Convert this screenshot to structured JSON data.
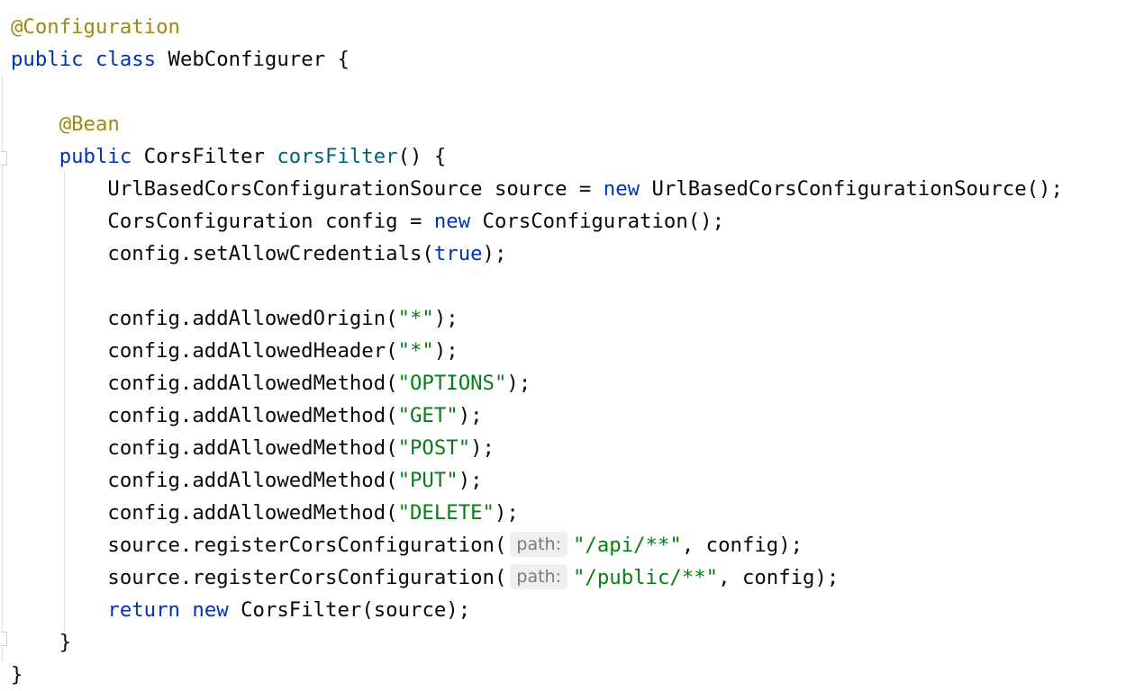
{
  "editor": {
    "language": "Java",
    "colors": {
      "background": "#ffffff",
      "keyword": "#0033b3",
      "annotation": "#9e880d",
      "string": "#067d17",
      "method_declaration": "#00627a",
      "default_text": "#080808",
      "inlay_hint_background": "#efefef",
      "inlay_hint_text": "#7a7a7a"
    },
    "lines": [
      {
        "tokens": [
          {
            "t": "ann",
            "v": "@Configuration"
          }
        ]
      },
      {
        "tokens": [
          {
            "t": "kw",
            "v": "public"
          },
          {
            "t": "p",
            "v": " "
          },
          {
            "t": "kw",
            "v": "class"
          },
          {
            "t": "p",
            "v": " WebConfigurer {"
          }
        ]
      },
      {
        "tokens": []
      },
      {
        "tokens": [
          {
            "t": "p",
            "v": "    "
          },
          {
            "t": "ann",
            "v": "@Bean"
          }
        ]
      },
      {
        "tokens": [
          {
            "t": "p",
            "v": "    "
          },
          {
            "t": "kw",
            "v": "public"
          },
          {
            "t": "p",
            "v": " CorsFilter "
          },
          {
            "t": "fn",
            "v": "corsFilter"
          },
          {
            "t": "p",
            "v": "() {"
          }
        ]
      },
      {
        "tokens": [
          {
            "t": "p",
            "v": "        UrlBasedCorsConfigurationSource source = "
          },
          {
            "t": "kw",
            "v": "new"
          },
          {
            "t": "p",
            "v": " UrlBasedCorsConfigurationSource();"
          }
        ]
      },
      {
        "tokens": [
          {
            "t": "p",
            "v": "        CorsConfiguration config = "
          },
          {
            "t": "kw",
            "v": "new"
          },
          {
            "t": "p",
            "v": " CorsConfiguration();"
          }
        ]
      },
      {
        "tokens": [
          {
            "t": "p",
            "v": "        config.setAllowCredentials("
          },
          {
            "t": "kw",
            "v": "true"
          },
          {
            "t": "p",
            "v": ");"
          }
        ]
      },
      {
        "tokens": []
      },
      {
        "tokens": [
          {
            "t": "p",
            "v": "        config.addAllowedOrigin("
          },
          {
            "t": "str",
            "v": "\"*\""
          },
          {
            "t": "p",
            "v": ");"
          }
        ]
      },
      {
        "tokens": [
          {
            "t": "p",
            "v": "        config.addAllowedHeader("
          },
          {
            "t": "str",
            "v": "\"*\""
          },
          {
            "t": "p",
            "v": ");"
          }
        ]
      },
      {
        "tokens": [
          {
            "t": "p",
            "v": "        config.addAllowedMethod("
          },
          {
            "t": "str",
            "v": "\"OPTIONS\""
          },
          {
            "t": "p",
            "v": ");"
          }
        ]
      },
      {
        "tokens": [
          {
            "t": "p",
            "v": "        config.addAllowedMethod("
          },
          {
            "t": "str",
            "v": "\"GET\""
          },
          {
            "t": "p",
            "v": ");"
          }
        ]
      },
      {
        "tokens": [
          {
            "t": "p",
            "v": "        config.addAllowedMethod("
          },
          {
            "t": "str",
            "v": "\"POST\""
          },
          {
            "t": "p",
            "v": ");"
          }
        ]
      },
      {
        "tokens": [
          {
            "t": "p",
            "v": "        config.addAllowedMethod("
          },
          {
            "t": "str",
            "v": "\"PUT\""
          },
          {
            "t": "p",
            "v": ");"
          }
        ]
      },
      {
        "tokens": [
          {
            "t": "p",
            "v": "        config.addAllowedMethod("
          },
          {
            "t": "str",
            "v": "\"DELETE\""
          },
          {
            "t": "p",
            "v": ");"
          }
        ]
      },
      {
        "tokens": [
          {
            "t": "p",
            "v": "        source.registerCorsConfiguration("
          },
          {
            "t": "hint",
            "v": "path:"
          },
          {
            "t": "str",
            "v": "\"/api/**\""
          },
          {
            "t": "p",
            "v": ", config);"
          }
        ]
      },
      {
        "tokens": [
          {
            "t": "p",
            "v": "        source.registerCorsConfiguration("
          },
          {
            "t": "hint",
            "v": "path:"
          },
          {
            "t": "str",
            "v": "\"/public/**\""
          },
          {
            "t": "p",
            "v": ", config);"
          }
        ]
      },
      {
        "tokens": [
          {
            "t": "p",
            "v": "        "
          },
          {
            "t": "kw",
            "v": "return"
          },
          {
            "t": "p",
            "v": " "
          },
          {
            "t": "kw",
            "v": "new"
          },
          {
            "t": "p",
            "v": " CorsFilter(source);"
          }
        ]
      },
      {
        "tokens": [
          {
            "t": "p",
            "v": "    }"
          }
        ]
      },
      {
        "tokens": [
          {
            "t": "p",
            "v": "}"
          }
        ]
      }
    ]
  }
}
